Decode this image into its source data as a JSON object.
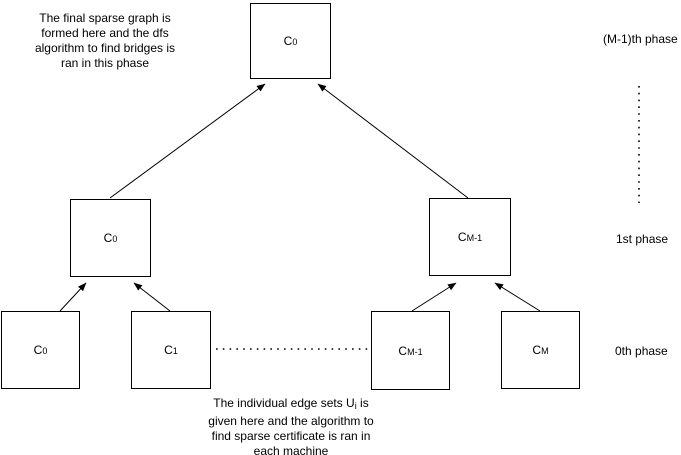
{
  "diagram": {
    "colors": {
      "background": "#ffffff",
      "line": "#000000",
      "text": "#000000"
    },
    "nodes": [
      {
        "id": "top-c0",
        "base": "C",
        "sub": "0",
        "phase": "(M-1)th phase"
      },
      {
        "id": "mid-c0",
        "base": "C",
        "sub": "0",
        "phase": "1st phase"
      },
      {
        "id": "mid-cm1",
        "base": "C",
        "sub": "M-1",
        "phase": "1st phase"
      },
      {
        "id": "bottom-c0",
        "base": "C",
        "sub": "0",
        "phase": "0th phase"
      },
      {
        "id": "bottom-c1",
        "base": "C",
        "sub": "1",
        "phase": "0th phase"
      },
      {
        "id": "bottom-cm1",
        "base": "C",
        "sub": "M-1",
        "phase": "0th phase"
      },
      {
        "id": "bottom-cm",
        "base": "C",
        "sub": "M",
        "phase": "0th phase"
      }
    ],
    "edges": [
      {
        "from": "mid-c0",
        "to": "top-c0",
        "style": "solid-arrow"
      },
      {
        "from": "mid-cm1",
        "to": "top-c0",
        "style": "solid-arrow"
      },
      {
        "from": "bottom-c0",
        "to": "mid-c0",
        "style": "solid-arrow"
      },
      {
        "from": "bottom-c1",
        "to": "mid-c0",
        "style": "solid-arrow"
      },
      {
        "from": "bottom-cm1",
        "to": "mid-cm1",
        "style": "solid-arrow"
      },
      {
        "from": "bottom-cm",
        "to": "mid-cm1",
        "style": "solid-arrow"
      },
      {
        "from": "bottom-c1",
        "to": "bottom-cm1",
        "style": "dotted"
      },
      {
        "from": "phase-1",
        "to": "phase-m1",
        "style": "dotted"
      }
    ],
    "phases": {
      "m_minus_1": "(M-1)th phase",
      "first": "1st phase",
      "zeroth": "0th phase"
    },
    "notes": {
      "top_left": {
        "lines": [
          "The final sparse graph is",
          "formed here and the dfs",
          "algorithm to find bridges is",
          "ran in this phase"
        ]
      },
      "bottom": {
        "line1_pre": "The individual edge sets U",
        "line1_sub": "i",
        "line1_post": " is",
        "line2": "given here and the algorithm to",
        "line3": "find sparse certificate is ran in",
        "line4": "each machine"
      }
    }
  }
}
